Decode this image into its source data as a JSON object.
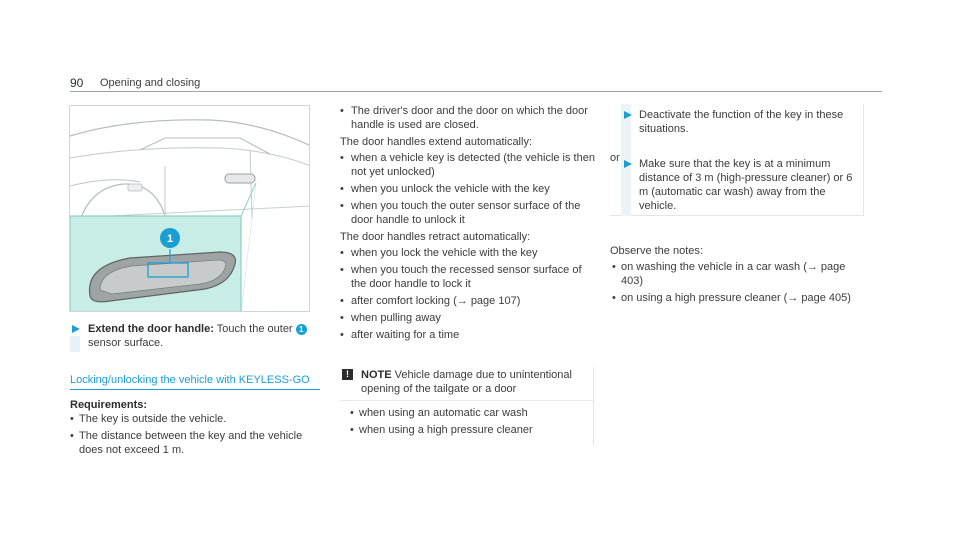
{
  "header": {
    "page_number": "90",
    "title": "Opening and closing"
  },
  "figure": {
    "callout": "1",
    "accent": "#1a9fd4",
    "panel_color": "#c8ece6"
  },
  "step1": {
    "label": "Extend the door handle:",
    "text_a": "Touch the outer",
    "badge": "1",
    "text_b": "sensor surface."
  },
  "section": {
    "heading": "Locking/unlocking the vehicle with KEYLESS-GO"
  },
  "requirements": {
    "label": "Requirements:",
    "items": [
      "The key is outside the vehicle.",
      "The distance between the key and the vehicle does not exceed 1 m."
    ]
  },
  "col2": {
    "bullet_top": "The driver's door and the door on which the door handle is used are closed.",
    "extend_para": "The door handles extend automatically:",
    "extend_items": [
      "when a vehicle key is detected (the vehicle is then not yet unlocked)",
      "when you unlock the vehicle with the key",
      "when you touch the outer sensor surface of the door handle to unlock it"
    ],
    "retract_para": "The door handles retract automatically:",
    "retract_items": [
      "when you lock the vehicle with the key",
      "when you touch the recessed sensor surface of the door handle to lock it",
      "after comfort locking (→ page 107)",
      "when pulling away",
      "after waiting for a time"
    ]
  },
  "note": {
    "icon": "!",
    "label": "NOTE",
    "text": "Vehicle damage due to unintentional opening of the tailgate or a door",
    "items": [
      "when using an automatic car wash",
      "when using a high pressure cleaner"
    ]
  },
  "col3": {
    "action1": "Deactivate the function of the key in these situations.",
    "or": "or",
    "action2": "Make sure that the key is at a minimum distance of 3 m (high-pressure cleaner) or 6 m (automatic car wash) away from the vehicle.",
    "observe_para": "Observe the notes:",
    "observe_items": [
      "on washing the vehicle in a car wash (→ page 403)",
      "on using a high pressure cleaner (→ page 405)"
    ]
  }
}
